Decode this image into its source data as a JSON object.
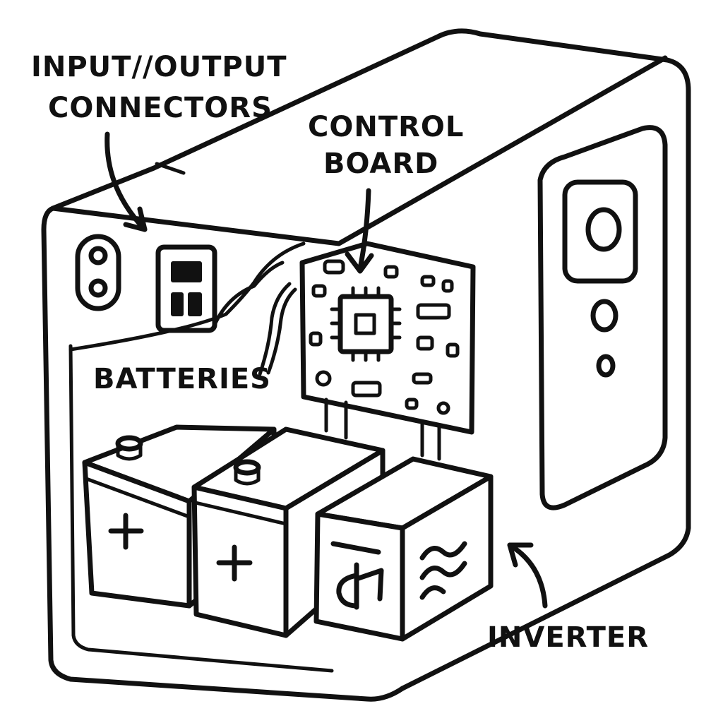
{
  "labels": {
    "io_line1": "INPUT//OUTPUT",
    "io_line2": "CONNECTORS",
    "control_line1": "CONTROL",
    "control_line2": "BOARD",
    "batteries": "BATTERIES",
    "inverter": "INVERTER"
  },
  "icons": [
    "plus-icon",
    "plus-icon",
    "ac-wave-icon",
    "dc-symbol-icon",
    "chip-icon",
    "display-icon",
    "socket-icon",
    "power-button-icon"
  ],
  "colors": {
    "ink": "#111111",
    "background": "#ffffff"
  }
}
